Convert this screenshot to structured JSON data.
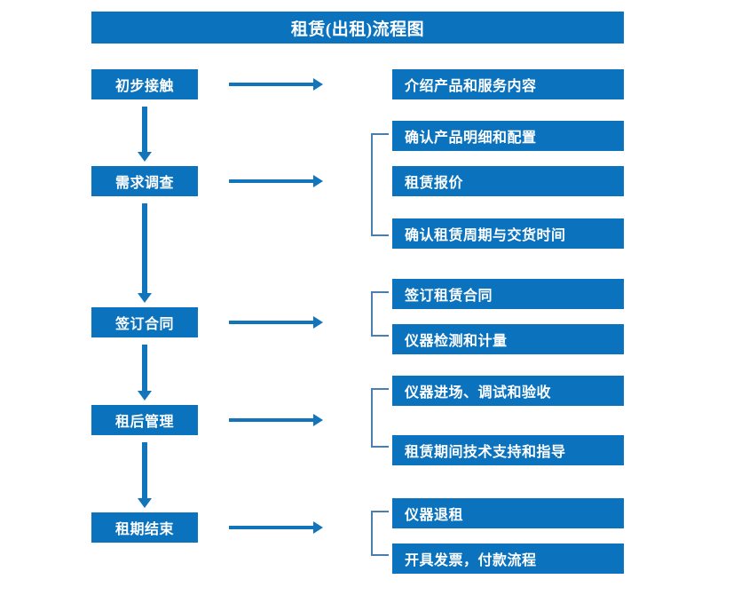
{
  "diagram": {
    "title": "租赁(出租)流程图",
    "colors": {
      "box_fill": "#0b72be",
      "box_text": "#ffffff",
      "arrow": "#1275bc",
      "bracket": "#4a7fad",
      "background": "#ffffff"
    },
    "stages": [
      {
        "label": "初步接触"
      },
      {
        "label": "需求调查"
      },
      {
        "label": "签订合同"
      },
      {
        "label": "租后管理"
      },
      {
        "label": "租期结束"
      }
    ],
    "details": [
      {
        "label": "介绍产品和服务内容"
      },
      {
        "label": "确认产品明细和配置"
      },
      {
        "label": "租赁报价"
      },
      {
        "label": "确认租赁周期与交货时间"
      },
      {
        "label": "签订租赁合同"
      },
      {
        "label": "仪器检测和计量"
      },
      {
        "label": "仪器进场、调试和验收"
      },
      {
        "label": "租赁期间技术支持和指导"
      },
      {
        "label": "仪器退租"
      },
      {
        "label": "开具发票，付款流程"
      }
    ]
  }
}
